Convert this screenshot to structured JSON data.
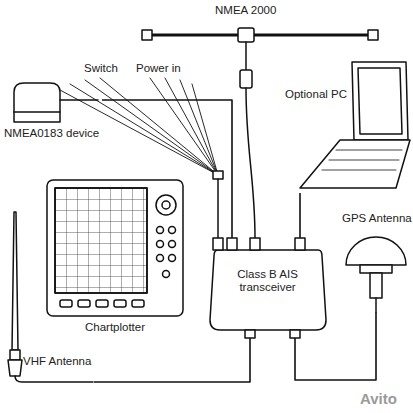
{
  "diagram": {
    "nodes": [
      {
        "text": [
          "NMEA0183 device"
        ]
      },
      {
        "text": [
          "Optional PC"
        ]
      },
      {
        "text": [
          "Chartplotter"
        ]
      },
      {
        "text": [
          "Class B AIS transceiver"
        ]
      },
      {
        "text": [
          "GPS Antenna"
        ]
      },
      {
        "text": [
          "VHF Antenna"
        ]
      }
    ],
    "edges": [
      {
        "from": 0,
        "to": 3,
        "arrow": "none"
      },
      {
        "from": 1,
        "to": 3,
        "arrow": "none"
      },
      {
        "from": 4,
        "to": 3,
        "arrow": "none"
      },
      {
        "from": 5,
        "to": 3,
        "arrow": "none"
      }
    ],
    "labels": [
      "NMEA 2000",
      "Switch",
      "Power in",
      "Avito"
    ]
  }
}
